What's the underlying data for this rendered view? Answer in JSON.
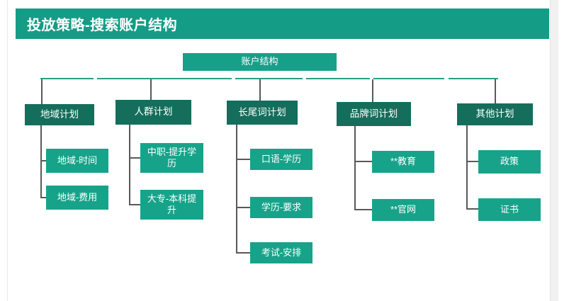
{
  "slide": {
    "title": "投放策略-搜索账户结构"
  },
  "diagram": {
    "root": {
      "label": "账户结构"
    },
    "plans": [
      {
        "label": "地域计划",
        "children": [
          {
            "label": "地域-时间"
          },
          {
            "label": "地域-费用"
          }
        ]
      },
      {
        "label": "人群计划",
        "children": [
          {
            "label": "中职-提升学历"
          },
          {
            "label": "大专-本科提升"
          }
        ]
      },
      {
        "label": "长尾词计划",
        "children": [
          {
            "label": "口语-学历"
          },
          {
            "label": "学历-要求"
          },
          {
            "label": "考试-安排"
          }
        ]
      },
      {
        "label": "品牌词计划",
        "children": [
          {
            "label": "**教育"
          },
          {
            "label": "**官网"
          }
        ]
      },
      {
        "label": "其他计划",
        "children": [
          {
            "label": "政策"
          },
          {
            "label": "证书"
          }
        ]
      }
    ],
    "colors": {
      "banner": "#149c86",
      "root_node": "#17a089",
      "plan_node": "#146e5b",
      "leaf_node": "#17a38a",
      "connector_teal": "#2b9c89",
      "connector_gray": "#595959"
    }
  }
}
